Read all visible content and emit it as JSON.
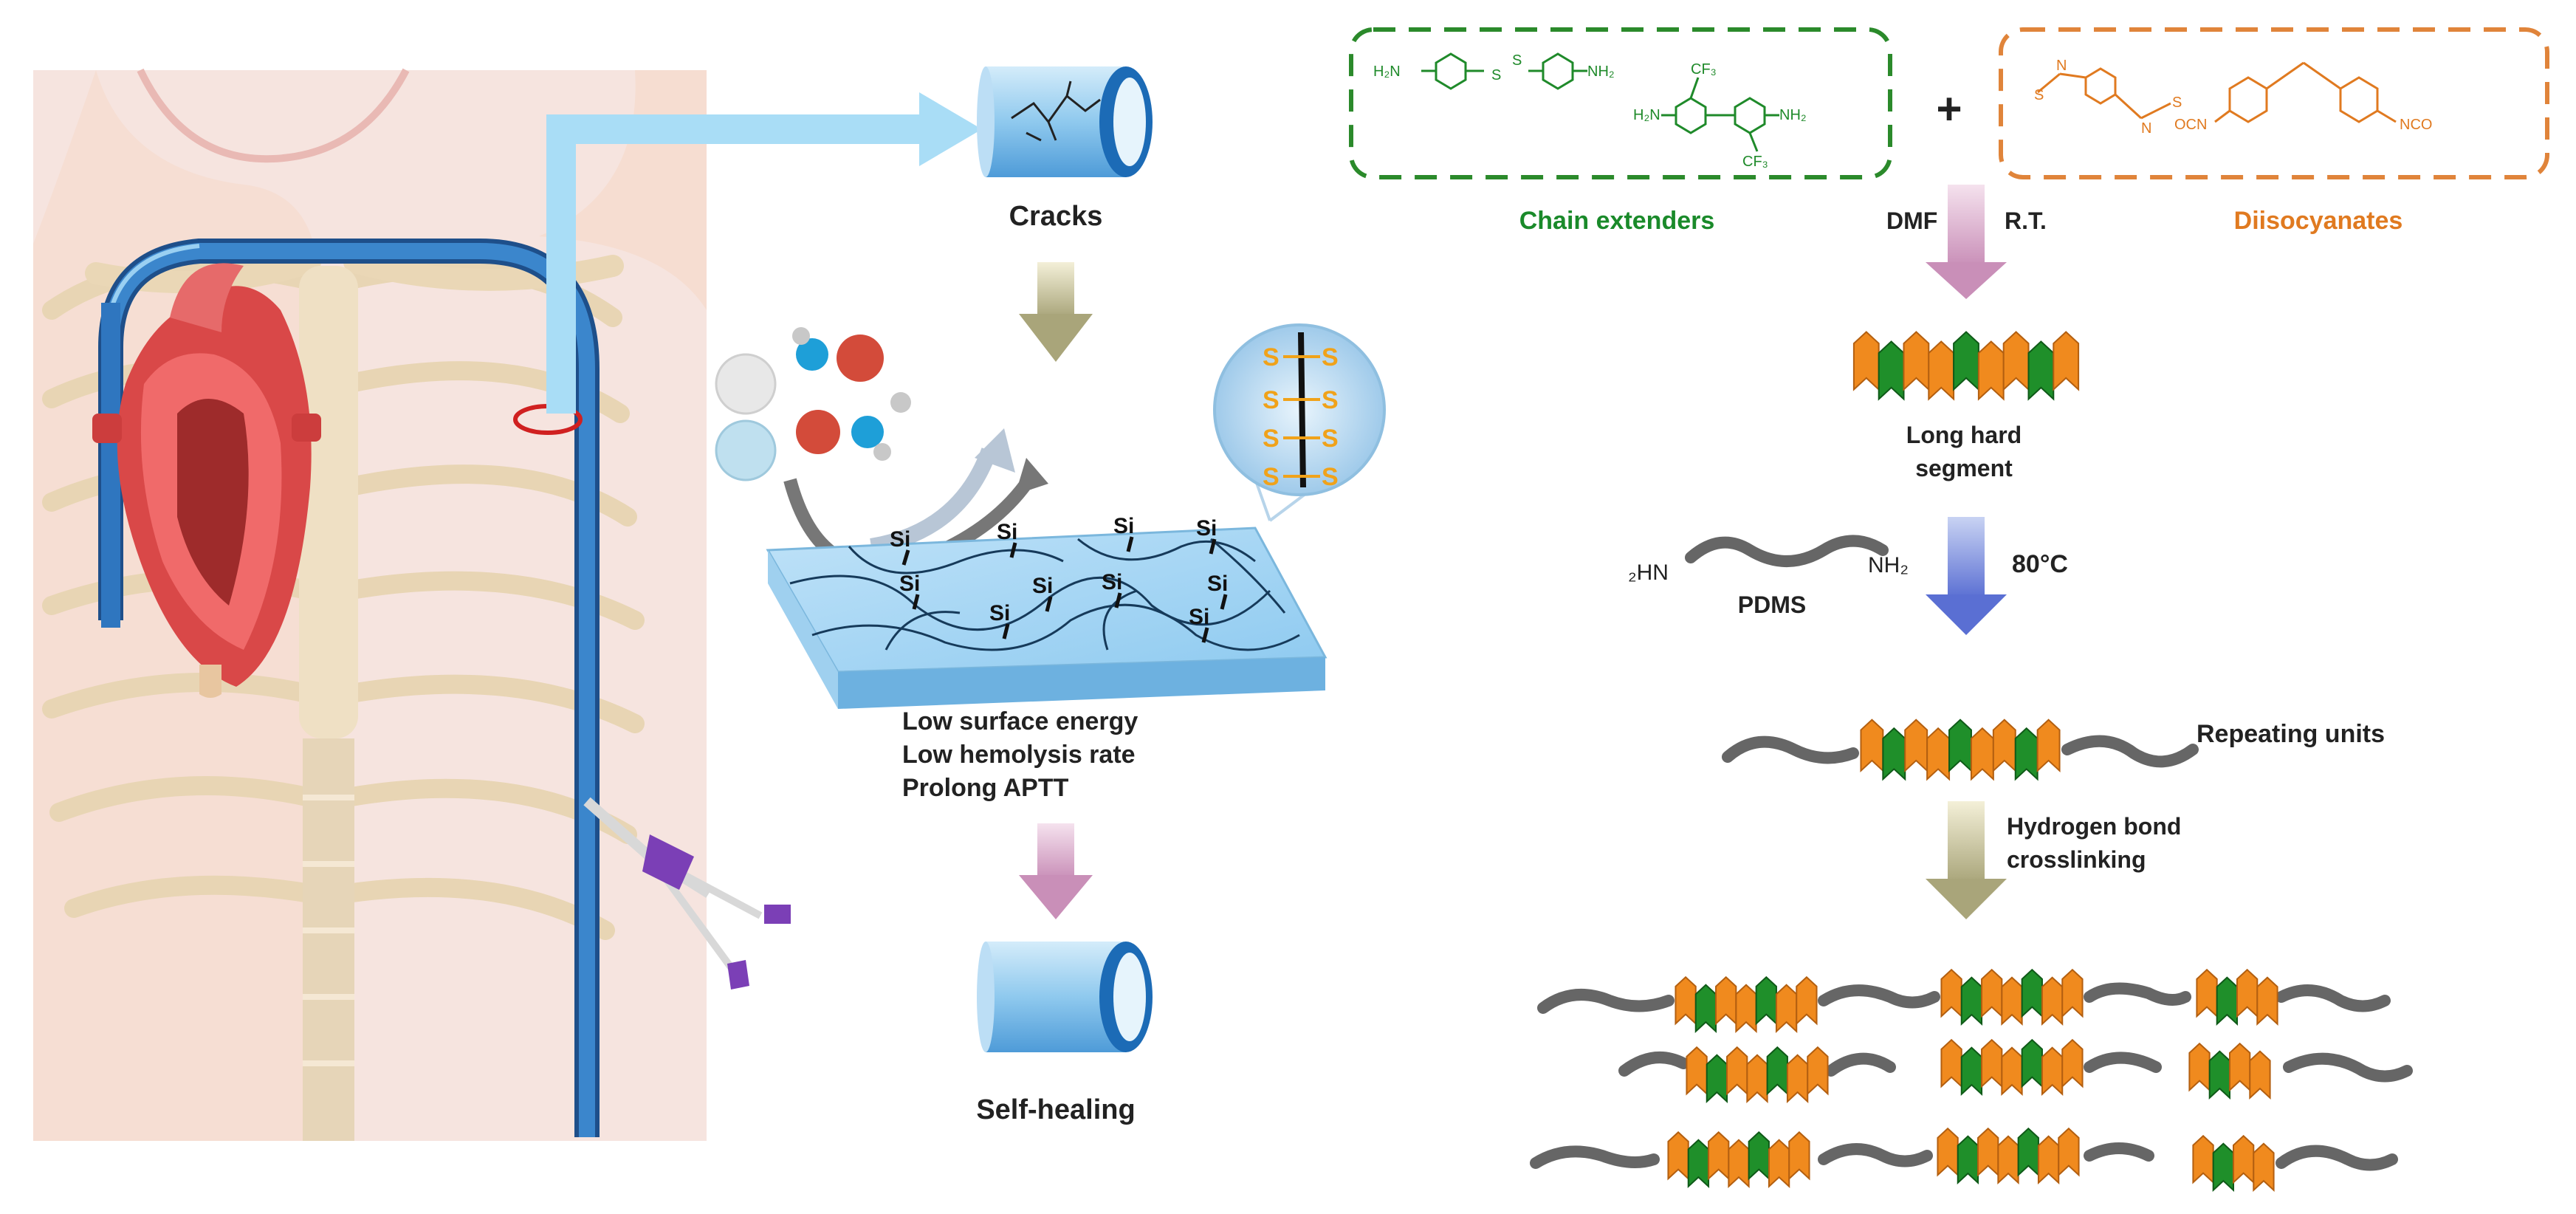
{
  "left_panel": {
    "crack_label": "Cracks",
    "si_label": "Si",
    "s_label": "S",
    "properties": [
      "Low surface energy",
      "Low hemolysis rate",
      "Prolong APTT"
    ],
    "healed_label": "Self-healing"
  },
  "synthesis": {
    "chain_extenders": {
      "label": "Chain extenders",
      "color": "#1a8a2a",
      "molecule1_left": "H₂N",
      "molecule1_right": "NH₂",
      "molecule2_left": "H₂N",
      "molecule2_right": "NH₂",
      "cf3_top": "CF₃",
      "cf3_bottom": "CF₃"
    },
    "plus": "+",
    "diisocyanates": {
      "label": "Diisocyanates",
      "color": "#e07a20",
      "nco_left": "OCN",
      "nco_right": "NCO"
    },
    "step1": {
      "left": "DMF",
      "right": "R.T."
    },
    "hard_segment_label": [
      "Long hard",
      "segment"
    ],
    "pdms": {
      "left_end": "₂HN",
      "right_end": "NH₂",
      "label": "PDMS"
    },
    "step2": "80°C",
    "repeating_label": "Repeating units",
    "hbond_label": [
      "Hydrogen bond",
      "crosslinking"
    ]
  },
  "colors": {
    "orange": "#f08a1e",
    "green": "#1f8f2a",
    "chain": "#666666",
    "tube": "#2d7fc0"
  }
}
